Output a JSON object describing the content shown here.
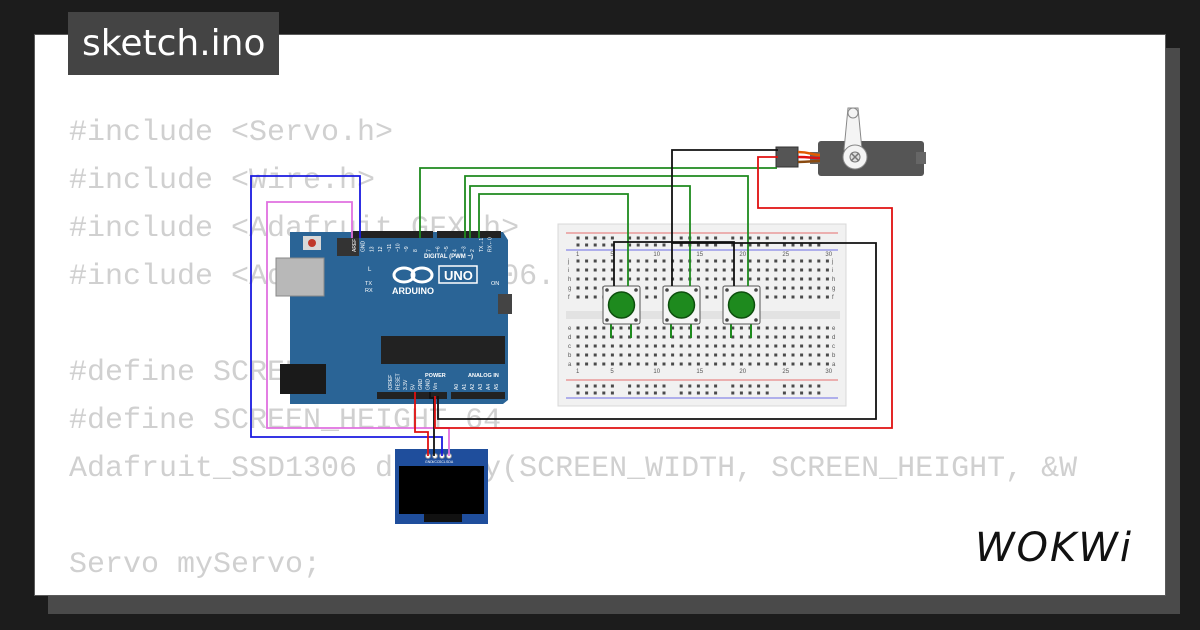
{
  "file_tab": {
    "title": "sketch.ino"
  },
  "code_lines": [
    "#include <Servo.h>",
    "#include <Wire.h>",
    "#include <Adafruit_GFX.h>",
    "#include <Adafruit_SSD1306.h>",
    "",
    "#define SCREEN_WIDTH 128",
    "#define SCREEN_HEIGHT 64",
    "Adafruit_SSD1306 display(SCREEN_WIDTH, SCREEN_HEIGHT, &W",
    "",
    "Servo myServo;"
  ],
  "brand": {
    "name": "WOKWi"
  },
  "arduino": {
    "brand_label": "ARDUINO",
    "model_label": "UNO",
    "digital_header": "DIGITAL (PWM ~)",
    "power_header": "POWER",
    "analog_header": "ANALOG IN",
    "led_labels": [
      "L",
      "TX",
      "RX",
      "ON"
    ],
    "digital_pins": [
      "AREF",
      "GND",
      "13",
      "12",
      "~11",
      "~10",
      "~9",
      "8",
      "7",
      "~6",
      "~5",
      "4",
      "~3",
      "2",
      "TX→1",
      "RX←0"
    ],
    "power_pins": [
      "IOREF",
      "RESET",
      "3.3V",
      "5V",
      "GND",
      "GND",
      "Vin"
    ],
    "analog_pins": [
      "A0",
      "A1",
      "A2",
      "A3",
      "A4",
      "A5"
    ]
  },
  "oled": {
    "pin_labels": [
      "GND",
      "VCC",
      "SCL",
      "SDA"
    ]
  },
  "breadboard": {
    "column_numbers": [
      "1",
      "5",
      "10",
      "15",
      "20",
      "25",
      "30"
    ],
    "row_letters_top": [
      "j",
      "i",
      "h",
      "g",
      "f"
    ],
    "row_letters_bottom": [
      "e",
      "d",
      "c",
      "b",
      "a"
    ]
  },
  "buttons": {
    "count": 3,
    "cap_color": "#1e8a1e"
  },
  "colors": {
    "card_background": "#ffffff",
    "code_text": "#d0d0d0",
    "board_blue": "#2a6496",
    "wire_green": "#1e8a1e",
    "wire_red": "#e01010",
    "wire_blue": "#1a1ae0",
    "wire_pink": "#e070e0",
    "wire_black": "#111111"
  }
}
